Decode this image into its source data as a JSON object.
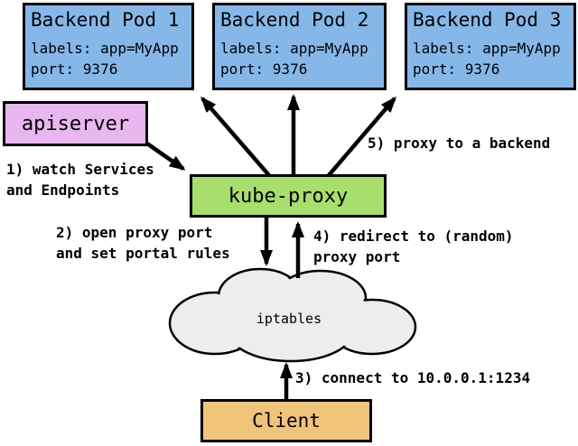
{
  "diagram": {
    "title_hint": "kube-proxy userspace proxy mode overview",
    "colors": {
      "background": "#FFFFFF",
      "pod_fill": "#85B8E8",
      "apiserver_fill": "#E9B7F0",
      "kube_proxy_fill": "#A8DE6C",
      "client_fill": "#F0C479",
      "cloud_fill": "#EDEDED",
      "border": "#000000",
      "arrow": "#000000"
    },
    "pods": [
      {
        "title": "Backend Pod 1",
        "labels_line": "labels: app=MyApp",
        "port_line": "port: 9376"
      },
      {
        "title": "Backend Pod 2",
        "labels_line": "labels: app=MyApp",
        "port_line": "port: 9376"
      },
      {
        "title": "Backend Pod 3",
        "labels_line": "labels: app=MyApp",
        "port_line": "port: 9376"
      }
    ],
    "nodes": {
      "apiserver": {
        "label": "apiserver"
      },
      "kube_proxy": {
        "label": "kube-proxy"
      },
      "iptables": {
        "label": "iptables"
      },
      "client": {
        "label": "Client"
      }
    },
    "annotations": {
      "step1": {
        "lines": [
          "1) watch Services",
          "and Endpoints"
        ]
      },
      "step2": {
        "lines": [
          "2) open proxy port",
          "and set portal rules"
        ]
      },
      "step3": {
        "lines": [
          "3) connect to 10.0.0.1:1234"
        ]
      },
      "step4": {
        "lines": [
          "4) redirect to (random)",
          "proxy port"
        ]
      },
      "step5": {
        "lines": [
          "5) proxy to a backend"
        ]
      }
    }
  }
}
